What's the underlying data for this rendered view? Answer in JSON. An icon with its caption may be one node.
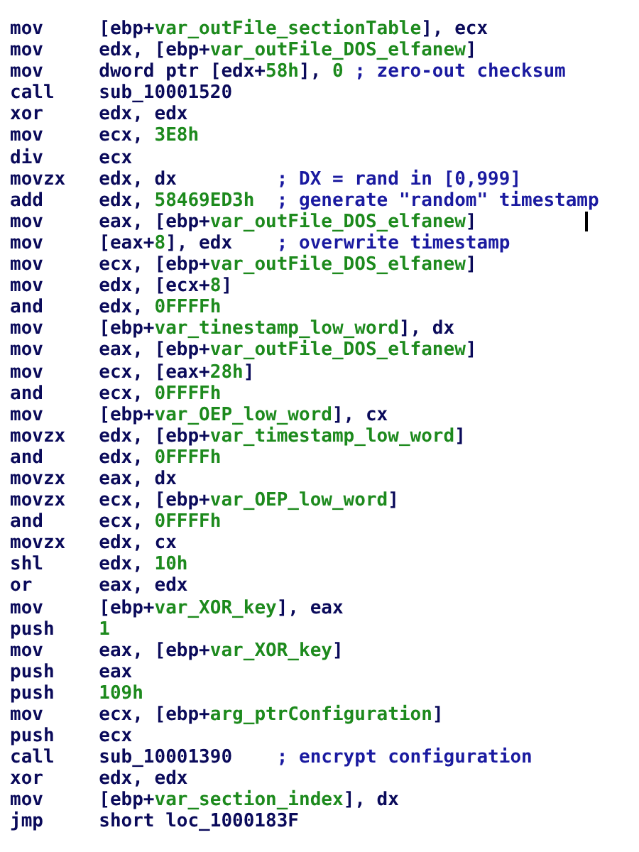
{
  "diagram": {
    "labels": [
      "mov     [ebp+var_outFile_sectionTable], ecx",
      "mov     edx, [ebp+var_outFile_DOS_elfanew]",
      "mov     dword ptr [edx+58h], 0 ; zero-out checksum",
      "call    sub_10001520",
      "xor     edx, edx",
      "mov     ecx, 3E8h",
      "div     ecx",
      "movzx   edx, dx         ; DX = rand in [0,999]",
      "add     edx, 58469ED3h  ; generate \"random\" timestamp",
      "mov     eax, [ebp+var_outFile_DOS_elfanew]",
      "mov     [eax+8], edx    ; overwrite timestamp",
      "mov     ecx, [ebp+var_outFile_DOS_elfanew]",
      "mov     edx, [ecx+8]",
      "and     edx, 0FFFFh",
      "mov     [ebp+var_tinestamp_low_word], dx",
      "mov     eax, [ebp+var_outFile_DOS_elfanew]",
      "mov     ecx, [eax+28h]",
      "and     ecx, 0FFFFh",
      "mov     [ebp+var_OEP_low_word], cx",
      "movzx   edx, [ebp+var_timestamp_low_word]",
      "and     edx, 0FFFFh",
      "movzx   eax, dx",
      "movzx   ecx, [ebp+var_OEP_low_word]",
      "and     ecx, 0FFFFh",
      "movzx   edx, cx",
      "shl     edx, 10h",
      "or      eax, edx",
      "mov     [ebp+var_XOR_key], eax",
      "push    1",
      "mov     eax, [ebp+var_XOR_key]",
      "push    eax",
      "push    109h",
      "mov     ecx, [ebp+arg_ptrConfiguration]",
      "push    ecx",
      "call    sub_10001390    ; encrypt configuration",
      "xor     edx, edx",
      "mov     [ebp+var_section_index], dx",
      "jmp     short loc_1000183F"
    ]
  }
}
